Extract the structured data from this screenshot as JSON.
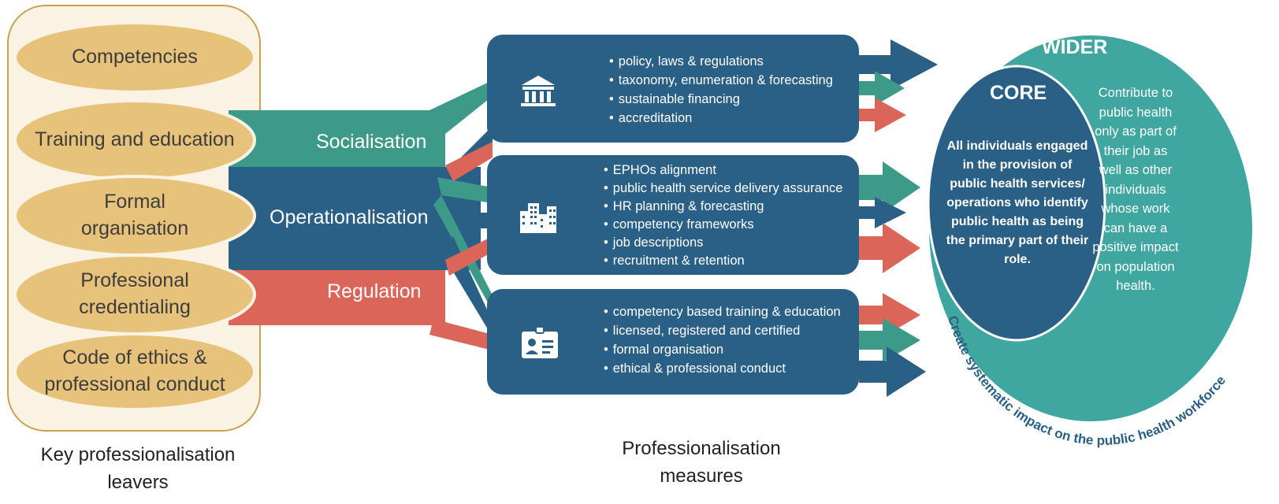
{
  "levers": {
    "items": [
      "Competencies",
      "Training and education",
      "Formal organisation",
      "Professional credentialing",
      "Code of ethics & professional conduct"
    ],
    "caption": "Key professionalisation leavers"
  },
  "bands": {
    "socialisation": "Socialisation",
    "operationalisation": "Operationalisation",
    "regulation": "Regulation"
  },
  "measures": {
    "caption": "Professionalisation measures",
    "boxes": [
      {
        "icon": "government-building-icon",
        "items": [
          "policy, laws  & regulations",
          "taxonomy, enumeration & forecasting",
          "sustainable financing",
          "accreditation"
        ]
      },
      {
        "icon": "office-buildings-icon",
        "items": [
          "EPHOs alignment",
          "public health service delivery assurance",
          "HR planning & forecasting",
          "competency frameworks",
          "job descriptions",
          "recruitment & retention"
        ]
      },
      {
        "icon": "id-card-icon",
        "items": [
          "competency based training & education",
          "licensed, registered and certified",
          "formal organisation",
          "ethical & professional conduct"
        ]
      }
    ]
  },
  "workforce": {
    "wider_title": "WIDER",
    "wider_text": "Contribute to public health only as part of their job as well as other individuals whose work can have a positive impact on population health.",
    "core_title": "CORE",
    "core_text": "All individuals engaged in the provision  of public health services/ operations who identify public health as being the primary part of their role.",
    "arc_text": "Create systematic impact on the public health workforce"
  },
  "colors": {
    "navy": "#2a5f86",
    "teal": "#3e9a88",
    "coral": "#dc6559",
    "gold": "#e6c27a",
    "gold_border": "#c9a24d",
    "cream": "#faf3e3",
    "outer_ellipse": "#3fa6a0"
  }
}
